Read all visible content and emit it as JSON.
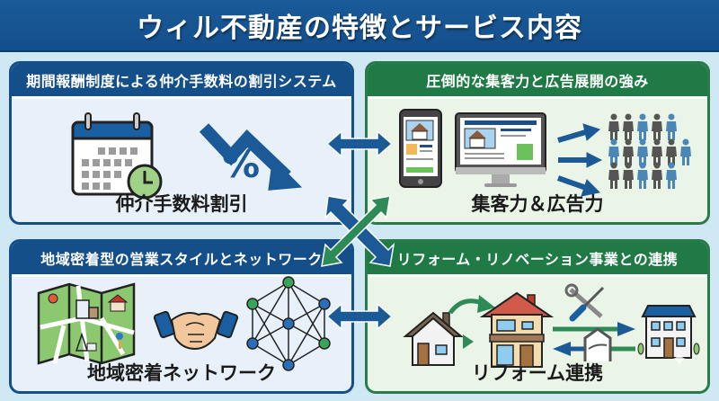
{
  "header": {
    "title": "ウィル不動産の特徴とサービス内容"
  },
  "panels": [
    {
      "title": "期間報酬制度による仲介手数料の割引システム",
      "caption": "仲介手数料割引",
      "icons": [
        "calendar-clock-icon",
        "downtrend-arrow-icon",
        "percent-icon"
      ],
      "percent_symbol": "%",
      "theme": "blue"
    },
    {
      "title": "圧倒的な集客力と広告展開の強み",
      "caption": "集客力＆広告力",
      "icons": [
        "smartphone-listing-icon",
        "monitor-listing-icon",
        "arrows-icon",
        "people-crowd-icon"
      ],
      "theme": "green"
    },
    {
      "title": "地域密着型の営業スタイルとネットワーク",
      "caption": "地域密着ネットワーク",
      "icons": [
        "local-map-icon",
        "handshake-icon",
        "network-icon"
      ],
      "theme": "blue"
    },
    {
      "title": "リフォーム・リノベーション事業との連携",
      "caption": "リフォーム連携",
      "icons": [
        "old-house-icon",
        "renovated-house-icon",
        "tools-icon",
        "window-frame-icon",
        "apartment-icon"
      ],
      "theme": "green"
    }
  ],
  "colors": {
    "header_bg": "#154f8a",
    "blue_accent": "#154f8a",
    "green_accent": "#1f7a45",
    "page_bg": "#cfe8f4",
    "blue_panel_bg": "#e8f1fa",
    "green_panel_bg": "#eaf5e8"
  }
}
